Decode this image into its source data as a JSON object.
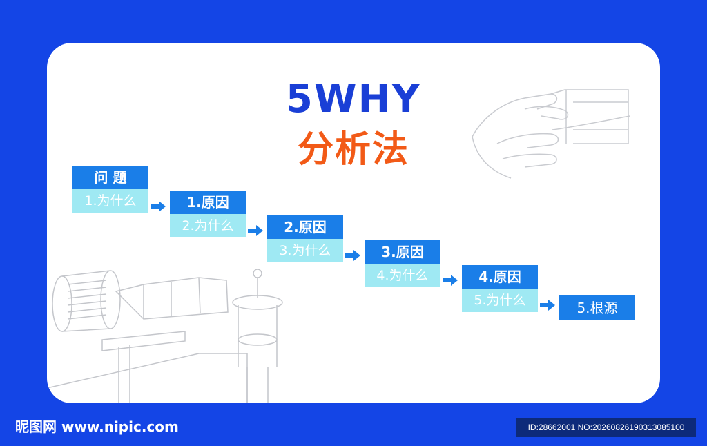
{
  "title": {
    "main": "5WHY",
    "sub": "分析法"
  },
  "steps": [
    {
      "head": "问 题",
      "why": "1.为什么"
    },
    {
      "head": "1.原因",
      "why": "2.为什么"
    },
    {
      "head": "2.原因",
      "why": "3.为什么"
    },
    {
      "head": "3.原因",
      "why": "4.为什么"
    },
    {
      "head": "4.原因",
      "why": "5.为什么"
    },
    {
      "head": "5.根源"
    }
  ],
  "colors": {
    "background": "#1445e6",
    "title_main": "#1a3fd6",
    "title_sub": "#f25a17",
    "step_head": "#1a7ee8",
    "step_why": "#9fe9f3"
  },
  "footer": {
    "logo": "昵图网 www.nipic.com",
    "id": "ID:28662001 NO:20260826190313085100"
  }
}
